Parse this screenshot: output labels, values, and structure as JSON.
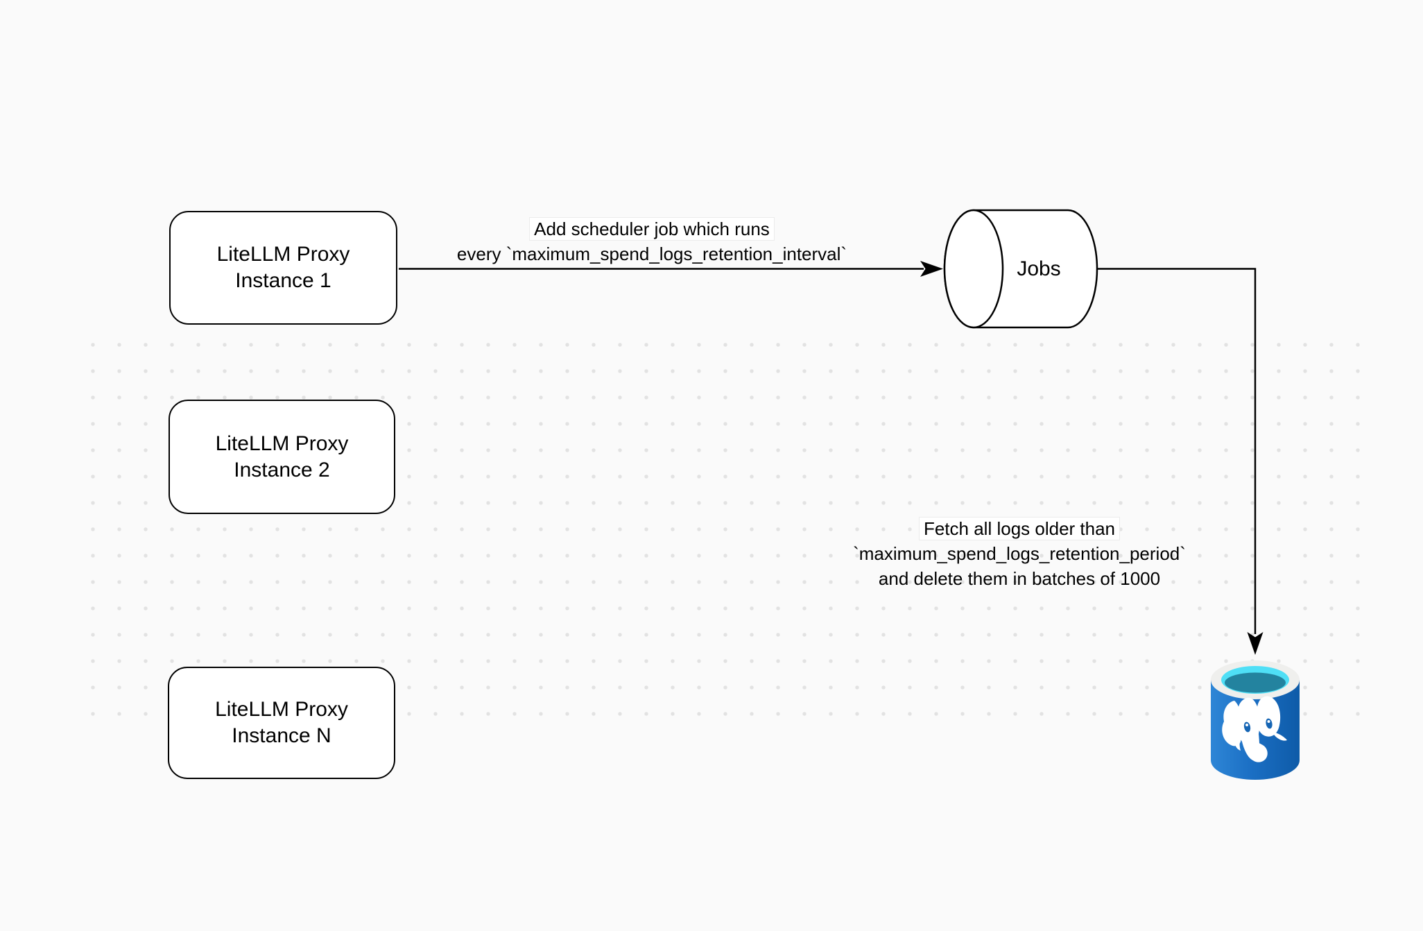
{
  "canvas": {
    "background_color": "#FAFAFA",
    "dot_color": "#E2E2E2"
  },
  "nodes": {
    "instance1": {
      "line1": "LiteLLM Proxy",
      "line2": "Instance 1"
    },
    "instance2": {
      "line1": "LiteLLM Proxy",
      "line2": "Instance 2"
    },
    "instanceN": {
      "line1": "LiteLLM Proxy",
      "line2": "Instance N"
    },
    "jobs": {
      "label": "Jobs"
    },
    "postgres": {
      "icon": "postgresql-database-icon"
    }
  },
  "edges": {
    "scheduler": {
      "line1": "Add scheduler job which runs",
      "line2": "every `maximum_spend_logs_retention_interval`"
    },
    "fetch": {
      "line1": "Fetch all logs older than",
      "line2": "`maximum_spend_logs_retention_period`",
      "line3": "and delete them in batches of 1000"
    }
  },
  "colors": {
    "stroke": "#000000",
    "node_fill": "#FFFFFF",
    "postgres_body_blue": "#1B6FC4",
    "postgres_body_dark": "#0E5BA8",
    "postgres_rim": "#EFEFED",
    "postgres_cyan": "#4FDFF6",
    "postgres_teal": "#23839F",
    "postgres_elephant": "#FFFFFF"
  }
}
